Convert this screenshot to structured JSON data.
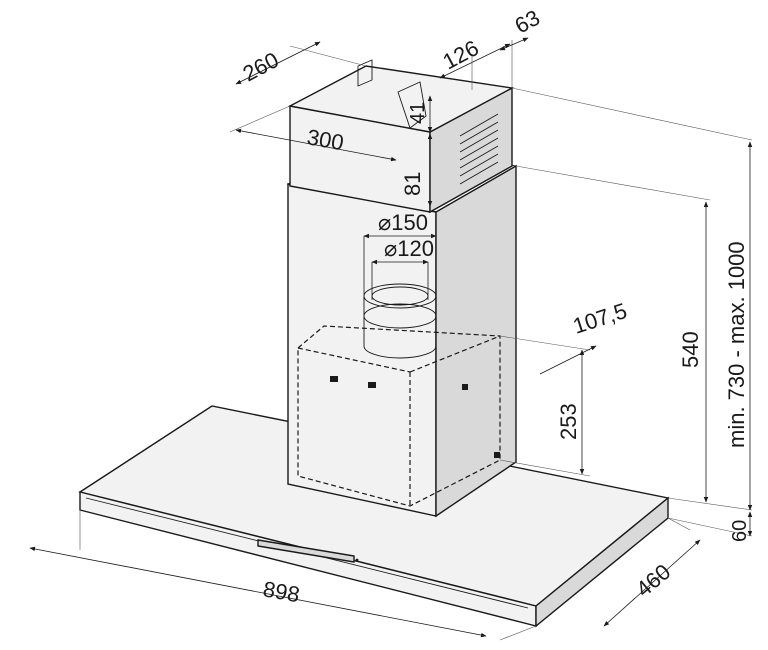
{
  "dimensions": {
    "top_depth": "260",
    "top_width": "300",
    "top_offset": "126",
    "top_gap": "63",
    "upper_height": "41",
    "lower_height": "81",
    "outer_diameter": "⌀150",
    "inner_diameter": "⌀120",
    "motor_offset": "107,5",
    "motor_height": "253",
    "chimney_height": "540",
    "total_height": "min. 730 - max. 1000",
    "canopy_height": "60",
    "width": "898",
    "depth": "460"
  },
  "colors": {
    "line": "#1a1a1a",
    "panel_fill": "#f2f2f2",
    "shade_fill": "#d9d9d9"
  }
}
